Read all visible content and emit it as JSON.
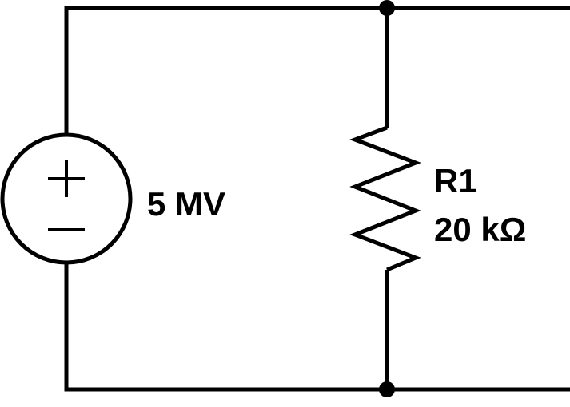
{
  "source": {
    "value_label": "5 MV"
  },
  "resistor": {
    "name_label": "R1",
    "value_label": "20 kΩ"
  },
  "colors": {
    "stroke": "#000000",
    "background": "#ffffff"
  }
}
